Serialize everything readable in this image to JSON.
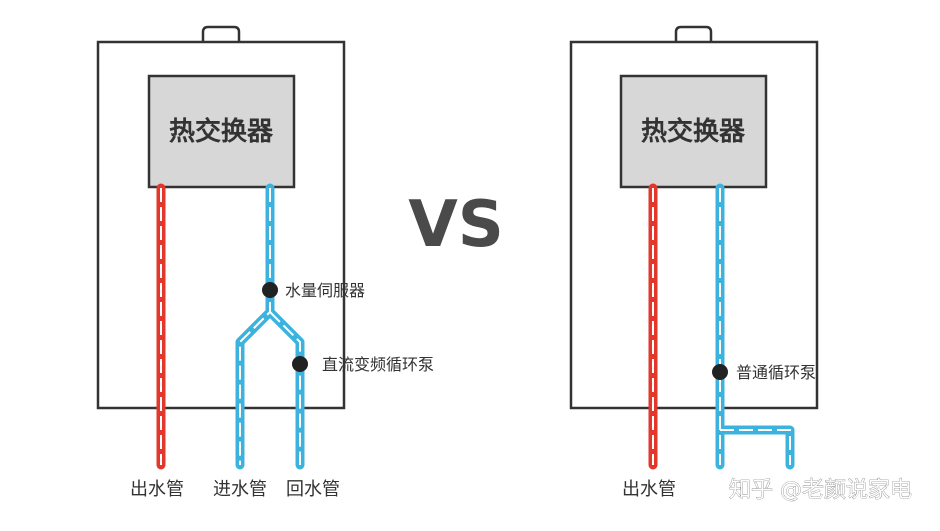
{
  "colors": {
    "hot_pipe": "#e2372a",
    "cold_pipe": "#3cb3de",
    "heat_exchanger_fill": "#d7d7d7",
    "outline": "#333333",
    "valve": "#222222"
  },
  "left_heater": {
    "heat_exchanger": "热交换器",
    "labels": {
      "servo": "水量伺服器",
      "pump": "直流变频循环泵"
    },
    "pipes": {
      "outlet": "出水管",
      "inlet": "进水管",
      "return": "回水管"
    }
  },
  "vs": "VS",
  "right_heater": {
    "heat_exchanger": "热交换器",
    "labels": {
      "pump": "普通循环泵"
    },
    "pipes": {
      "outlet": "出水管"
    }
  },
  "watermark": "知乎 @老颜说家电"
}
